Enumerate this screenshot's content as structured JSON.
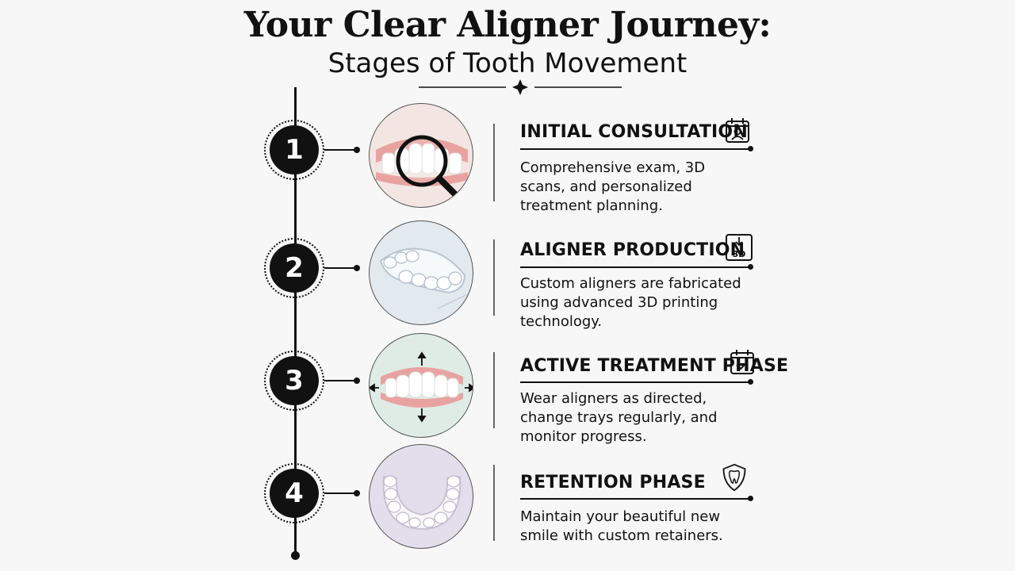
{
  "header": {
    "title": "Your Clear Aligner Journey:",
    "subtitle": "Stages of Tooth Movement"
  },
  "stages": [
    {
      "number": "1",
      "title": "INITIAL CONSULTATION",
      "description": "Comprehensive exam, 3D scans, and personalized treatment planning.",
      "icon": "calendar-user-icon",
      "image": "teeth-magnifier-image"
    },
    {
      "number": "2",
      "title": "ALIGNER PRODUCTION",
      "description": "Custom aligners are fabricated using advanced 3D printing technology.",
      "icon": "3d-print-icon",
      "icon_text": "3D",
      "image": "clear-aligner-tray-image"
    },
    {
      "number": "3",
      "title": "ACTIVE TREATMENT PHASE",
      "description": "Wear aligners as directed, change trays regularly, and monitor progress.",
      "icon": "calendar-check-icon",
      "image": "teeth-movement-arrows-image"
    },
    {
      "number": "4",
      "title": "RETENTION PHASE",
      "description": "Maintain your beautiful new smile with custom retainers.",
      "icon": "shield-tooth-icon",
      "image": "retainer-tray-image"
    }
  ],
  "colors": {
    "background": "#f7f7f7",
    "ink": "#111111",
    "gum": "#e8a3a0",
    "stage1_bg": "#f3e6e2",
    "stage2_bg": "#e2e9ef",
    "stage3_bg": "#dfece6",
    "stage4_bg": "#e3deec"
  }
}
